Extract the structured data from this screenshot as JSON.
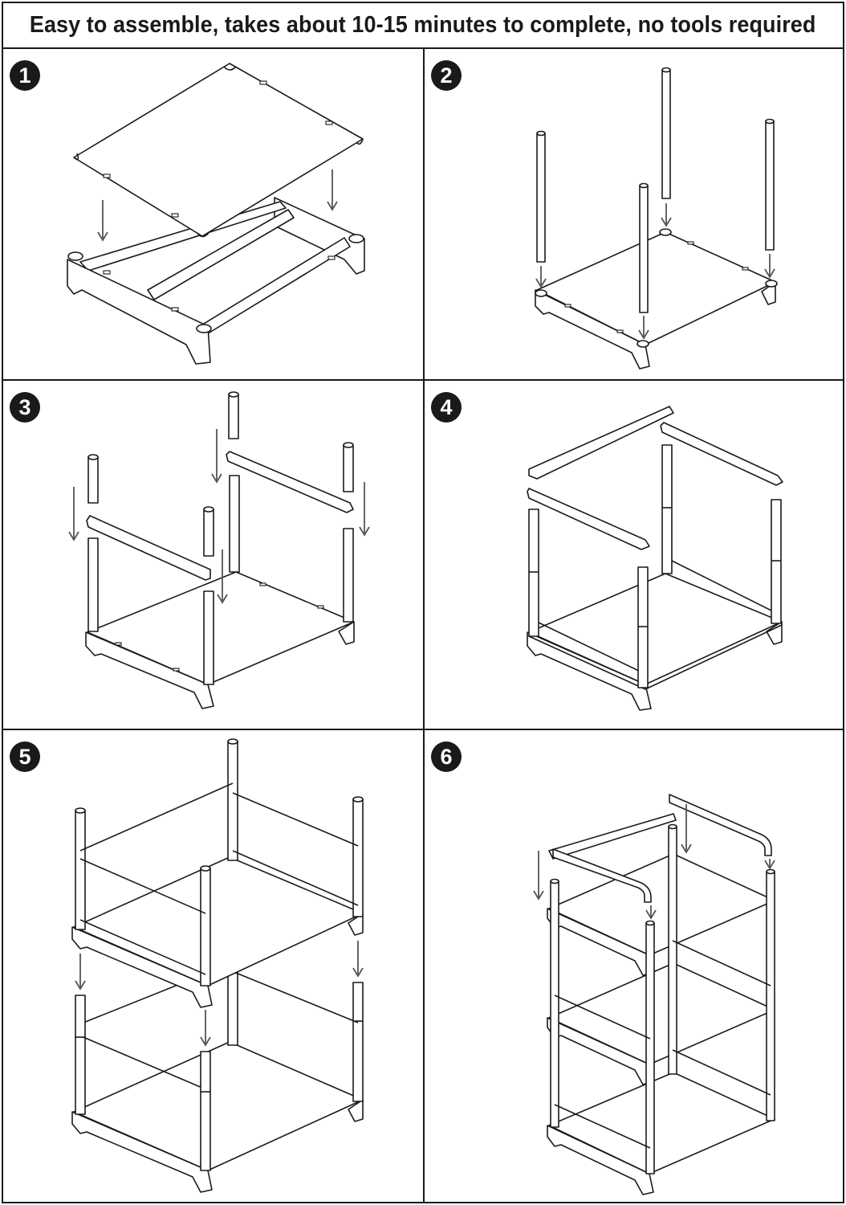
{
  "header": {
    "title": "Easy to assemble, takes about 10-15 minutes to complete, no tools required"
  },
  "steps": [
    {
      "number": "1",
      "illustration": "shelf-panel-onto-base-frame"
    },
    {
      "number": "2",
      "illustration": "insert-four-poles-into-base"
    },
    {
      "number": "3",
      "illustration": "add-pole-extensions-and-side-rails"
    },
    {
      "number": "4",
      "illustration": "attach-top-side-rails"
    },
    {
      "number": "5",
      "illustration": "stack-second-tier"
    },
    {
      "number": "6",
      "illustration": "attach-top-hanging-frame"
    }
  ],
  "colors": {
    "line": "#1a1a1a",
    "arrow": "#555555",
    "background": "#ffffff"
  }
}
